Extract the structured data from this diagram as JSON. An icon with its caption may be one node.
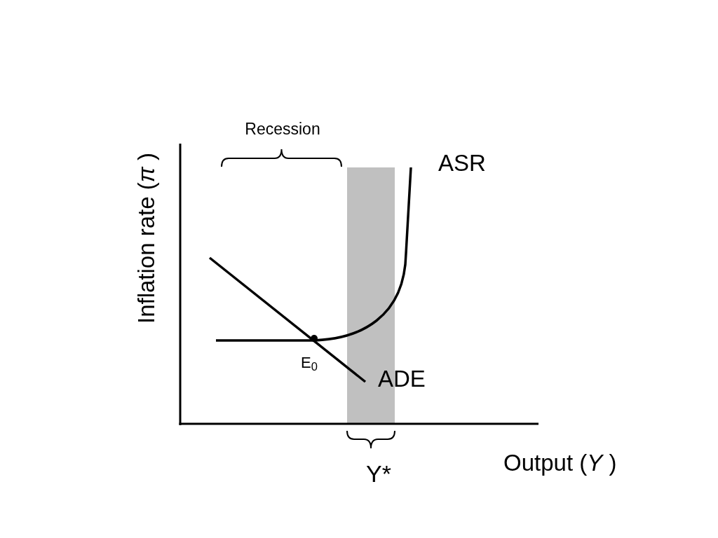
{
  "diagram": {
    "labels": [
      "Recession",
      "ASR",
      "Inflation rate (*π* )",
      "E$_{0}$",
      "ADE",
      "Y*",
      "Output (*Y* )"
    ]
  }
}
